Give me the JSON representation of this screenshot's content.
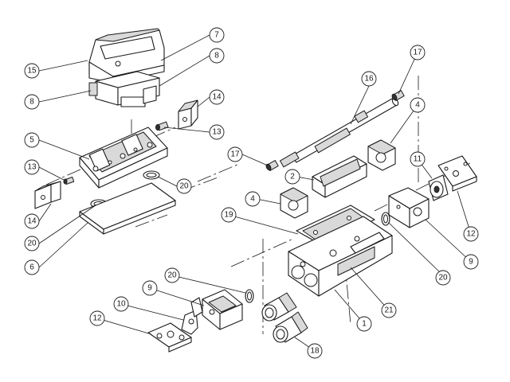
{
  "callouts": [
    {
      "id": "c15",
      "label": "15"
    },
    {
      "id": "c7",
      "label": "7"
    },
    {
      "id": "c8a",
      "label": "8"
    },
    {
      "id": "c8b",
      "label": "8"
    },
    {
      "id": "c14a",
      "label": "14"
    },
    {
      "id": "c13a",
      "label": "13"
    },
    {
      "id": "c5",
      "label": "5"
    },
    {
      "id": "c13b",
      "label": "13"
    },
    {
      "id": "c20a",
      "label": "20"
    },
    {
      "id": "c14b",
      "label": "14"
    },
    {
      "id": "c20b",
      "label": "20"
    },
    {
      "id": "c6",
      "label": "6"
    },
    {
      "id": "c16",
      "label": "16"
    },
    {
      "id": "c17a",
      "label": "17"
    },
    {
      "id": "c4a",
      "label": "4"
    },
    {
      "id": "c17b",
      "label": "17"
    },
    {
      "id": "c2",
      "label": "2"
    },
    {
      "id": "c4b",
      "label": "4"
    },
    {
      "id": "c19",
      "label": "19"
    },
    {
      "id": "c11",
      "label": "11"
    },
    {
      "id": "c12a",
      "label": "12"
    },
    {
      "id": "c9a",
      "label": "9"
    },
    {
      "id": "c20c",
      "label": "20"
    },
    {
      "id": "c20d",
      "label": "20"
    },
    {
      "id": "c9b",
      "label": "9"
    },
    {
      "id": "c10",
      "label": "10"
    },
    {
      "id": "c12b",
      "label": "12"
    },
    {
      "id": "c21",
      "label": "21"
    },
    {
      "id": "c1",
      "label": "1"
    },
    {
      "id": "c18",
      "label": "18"
    }
  ]
}
